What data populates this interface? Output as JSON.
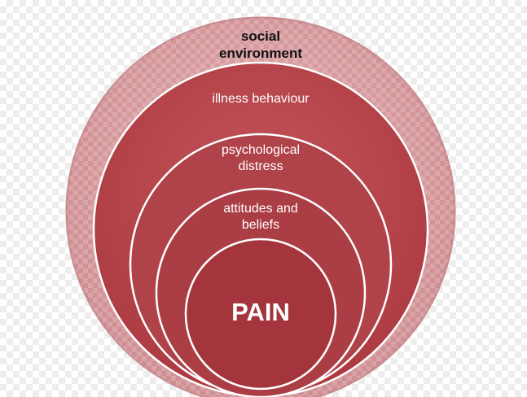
{
  "diagram": {
    "layers": [
      {
        "name": "social-environment",
        "lines": [
          "social",
          "environment"
        ]
      },
      {
        "name": "illness-behaviour",
        "lines": [
          "illness behaviour"
        ]
      },
      {
        "name": "psychological-distress",
        "lines": [
          "psychological",
          "distress"
        ]
      },
      {
        "name": "attitudes-and-beliefs",
        "lines": [
          "attitudes and",
          "beliefs"
        ]
      },
      {
        "name": "pain-core",
        "lines": [
          "PAIN"
        ]
      }
    ],
    "colors": {
      "outer_fill": "#d9a0a3",
      "inner_fill": "#b54148",
      "core_fill": "#a4353c",
      "stroke": "#ffffff"
    }
  }
}
